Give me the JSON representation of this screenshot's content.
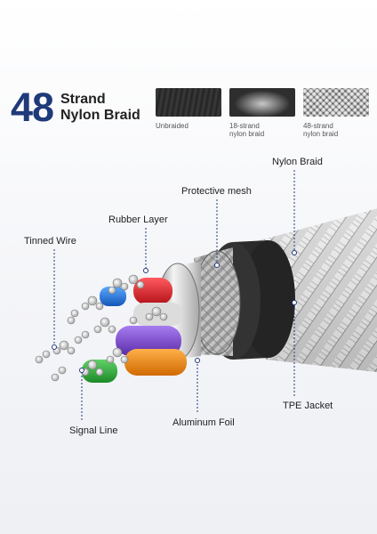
{
  "header": {
    "number": "48",
    "title_line1": "Strand",
    "title_line2": "Nylon Braid"
  },
  "samples": [
    {
      "caption_line1": "Unbraided",
      "caption_line2": ""
    },
    {
      "caption_line1": "18-strand",
      "caption_line2": "nylon braid"
    },
    {
      "caption_line1": "48-strand",
      "caption_line2": "nylon braid"
    }
  ],
  "callouts": {
    "nylon_braid": "Nylon Braid",
    "protective_mesh": "Protective mesh",
    "rubber_layer": "Rubber Layer",
    "tinned_wire": "Tinned Wire",
    "signal_line": "Signal Line",
    "aluminum_foil": "Aluminum Foil",
    "tpe_jacket": "TPE Jacket"
  },
  "colors": {
    "accent_number": "#1f3a7a",
    "wire_red": "#e0242b",
    "wire_blue": "#1f7de0",
    "wire_purple": "#7a3fd0",
    "wire_orange": "#f08a12",
    "wire_green": "#2fae3a",
    "jacket": "#2b2b2b"
  }
}
